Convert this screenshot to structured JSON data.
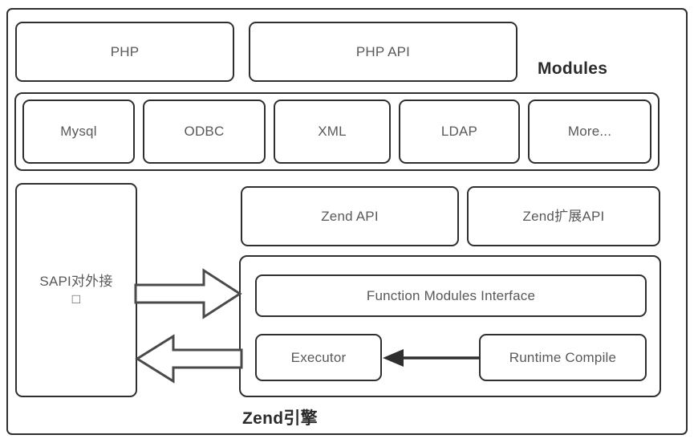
{
  "diagram": {
    "title_labels": {
      "modules": "Modules",
      "zend_engine": "Zend引擎"
    },
    "top_row": [
      {
        "id": "php",
        "label": "PHP"
      },
      {
        "id": "php-api",
        "label": "PHP API"
      }
    ],
    "modules_row": [
      {
        "id": "mysql",
        "label": "Mysql"
      },
      {
        "id": "odbc",
        "label": "ODBC"
      },
      {
        "id": "xml",
        "label": "XML"
      },
      {
        "id": "ldap",
        "label": "LDAP"
      },
      {
        "id": "more",
        "label": "More..."
      }
    ],
    "sapi": {
      "label_line1": "SAPI对外接",
      "label_line2": "□"
    },
    "api_row": [
      {
        "id": "zend-api",
        "label": "Zend API"
      },
      {
        "id": "zend-ext-api",
        "label": "Zend扩展API"
      }
    ],
    "engine_inner": [
      {
        "id": "function-modules-interface",
        "label": "Function Modules Interface"
      },
      {
        "id": "executor",
        "label": "Executor"
      },
      {
        "id": "runtime-compile",
        "label": "Runtime Compile"
      }
    ],
    "arrows": [
      {
        "id": "sapi-to-engine",
        "direction": "right",
        "style": "hollow-block"
      },
      {
        "id": "engine-to-sapi",
        "direction": "left",
        "style": "hollow-block"
      },
      {
        "id": "runtime-compile-to-executor",
        "direction": "left",
        "style": "solid-line"
      }
    ],
    "colors": {
      "stroke": "#2f2f2f",
      "text": "#595959",
      "label_text": "#2b2b2b",
      "background": "#ffffff"
    }
  }
}
